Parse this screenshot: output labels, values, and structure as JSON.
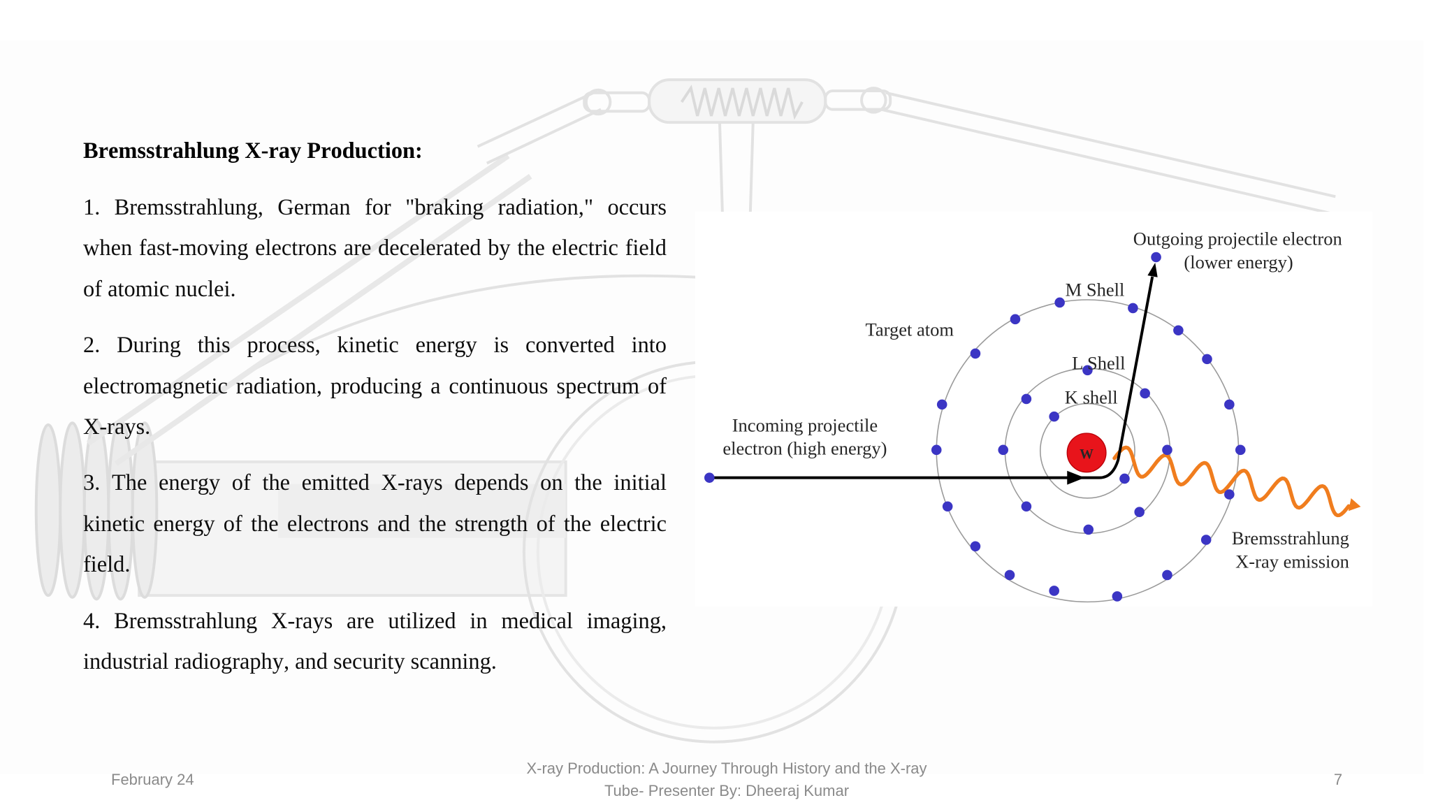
{
  "slide": {
    "title": "Bremsstrahlung X-ray Production:",
    "paragraphs": [
      "1. Bremsstrahlung, German for \"braking radiation,\" occurs when fast-moving electrons are decelerated by the electric field of atomic nuclei.",
      "2. During this process, kinetic energy is converted into electromagnetic radiation, producing a continuous spectrum of X-rays.",
      "3. The energy of the emitted X-rays depends on the initial kinetic energy of the electrons and the strength of the electric field.",
      "4. Bremsstrahlung X-rays are utilized in medical imaging, industrial radiography, and security scanning."
    ]
  },
  "diagram": {
    "labels": {
      "outgoing_line1": "Outgoing projectile electron",
      "outgoing_line2": "(lower energy)",
      "m_shell": "M Shell",
      "target_atom": "Target atom",
      "l_shell": "L Shell",
      "k_shell": "K shell",
      "incoming_line1": "Incoming projectile",
      "incoming_line2": "electron (high energy)",
      "emission_line1": "Bremsstrahlung",
      "emission_line2": "X-ray emission",
      "nucleus": "W"
    },
    "colors": {
      "electron": "#3b35c4",
      "nucleus": "#e8141b",
      "nucleus_label": "#6b0000",
      "xray_wave": "#f07d1e",
      "track": "#000000",
      "shell": "#9a9a9a"
    }
  },
  "footer": {
    "date": "February 24",
    "text": "X-ray Production: A Journey Through History and the X-ray Tube- Presenter By: Dheeraj Kumar",
    "page_number": "7"
  }
}
